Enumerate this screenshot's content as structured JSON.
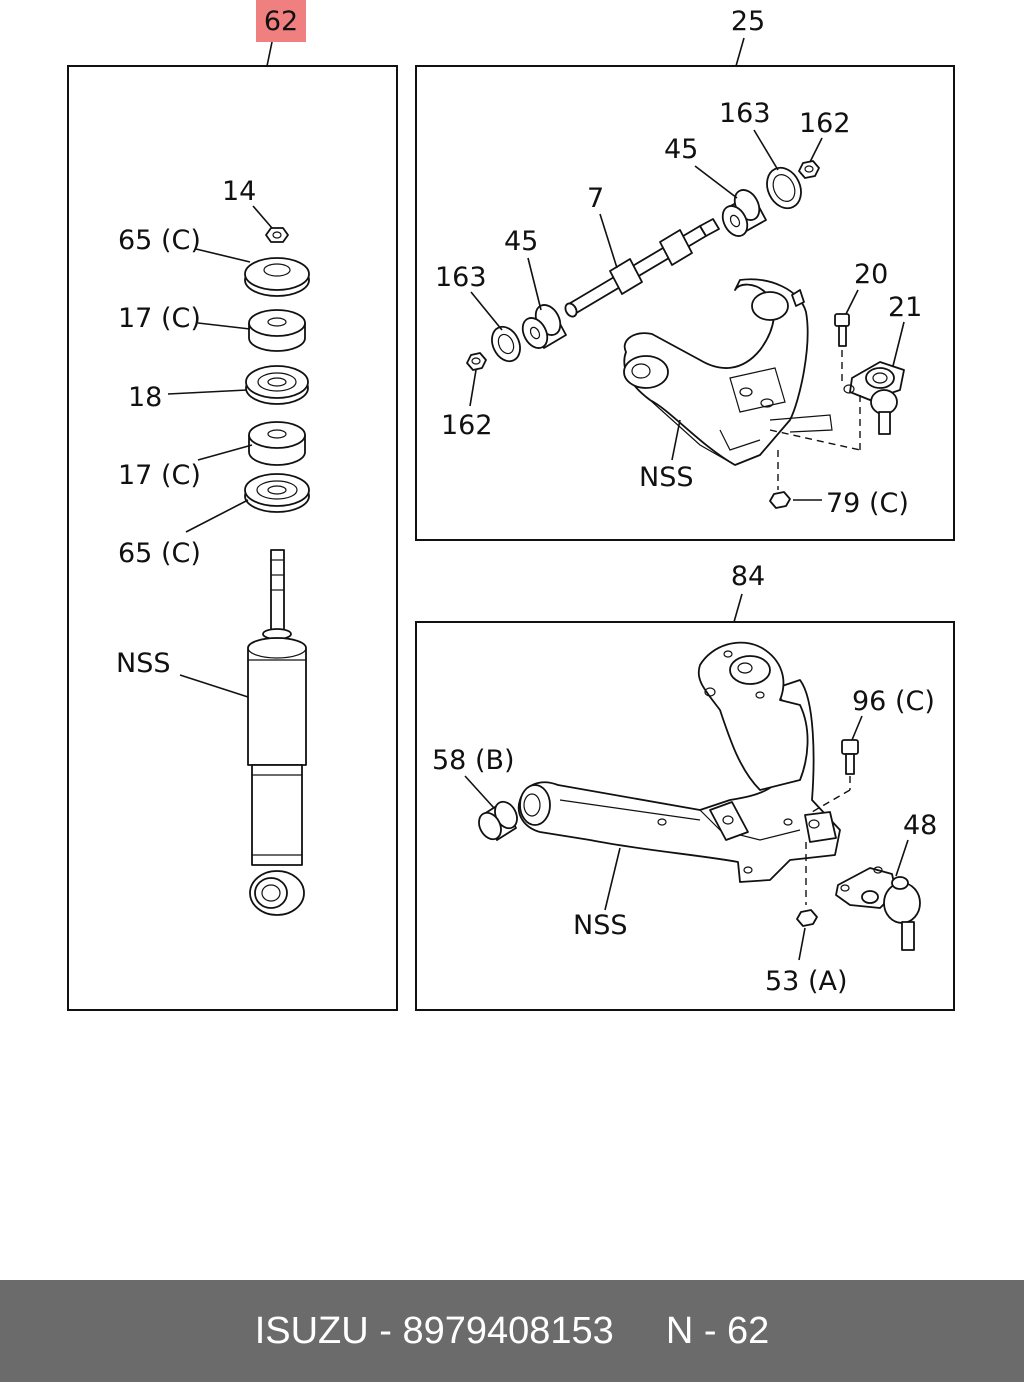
{
  "diagram": {
    "highlighted_ref": "62",
    "panels": [
      {
        "ref": "62",
        "name": "shock absorber",
        "callouts": [
          "14",
          "65 (C)",
          "17 (C)",
          "18",
          "17 (C)",
          "65 (C)",
          "NSS"
        ]
      },
      {
        "ref": "25",
        "name": "upper control arm",
        "callouts": [
          "163",
          "162",
          "45",
          "7",
          "45",
          "163",
          "162",
          "20",
          "21",
          "NSS",
          "79 (C)"
        ]
      },
      {
        "ref": "84",
        "name": "lower control arm",
        "callouts": [
          "96 (C)",
          "58 (B)",
          "48",
          "NSS",
          "53 (A)"
        ]
      }
    ]
  },
  "footer": {
    "brand": "ISUZU",
    "dash": "-",
    "part_number": "8979408153",
    "section": "N - 62"
  }
}
